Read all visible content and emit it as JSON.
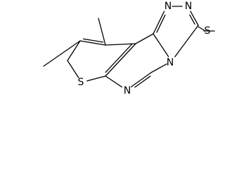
{
  "structure": {
    "atoms": [
      {
        "id": "N_a",
        "label": "N",
        "role": "triazole nitrogen"
      },
      {
        "id": "N_b",
        "label": "N",
        "role": "triazole nitrogen"
      },
      {
        "id": "N_c",
        "label": "N",
        "role": "bridgehead nitrogen"
      },
      {
        "id": "N_d",
        "label": "N",
        "role": "pyrimidine nitrogen"
      },
      {
        "id": "S_ring",
        "label": "S",
        "role": "thiophene sulfur"
      },
      {
        "id": "S_ethyl",
        "label": "S",
        "role": "thioether sulfur"
      }
    ],
    "colors": {
      "bond": "#000000",
      "label": "#000000",
      "background": "#ffffff"
    }
  }
}
